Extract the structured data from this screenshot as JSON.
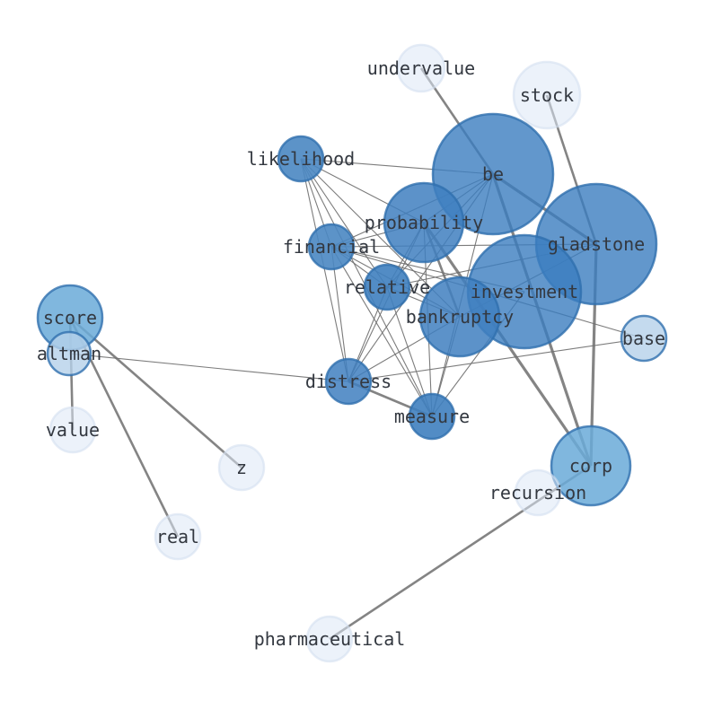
{
  "graph": {
    "nodes": [
      {
        "id": "undervalue",
        "label": "undervalue",
        "color": "#dce7f5",
        "opacity": 0.55
      },
      {
        "id": "stock",
        "label": "stock",
        "color": "#dce7f5",
        "opacity": 0.55
      },
      {
        "id": "likelihood",
        "label": "likelihood",
        "color": "#4a87c2",
        "opacity": 0.9
      },
      {
        "id": "be",
        "label": "be",
        "color": "#3b7dbf",
        "opacity": 0.8
      },
      {
        "id": "probability",
        "label": "probability",
        "color": "#3f7fbf",
        "opacity": 0.85
      },
      {
        "id": "gladstone",
        "label": "gladstone",
        "color": "#3b7dbf",
        "opacity": 0.8
      },
      {
        "id": "financial",
        "label": "financial",
        "color": "#4a87c2",
        "opacity": 0.9
      },
      {
        "id": "relative",
        "label": "relative",
        "color": "#3f7fbf",
        "opacity": 0.9
      },
      {
        "id": "investment",
        "label": "investment",
        "color": "#3b7dbf",
        "opacity": 0.8
      },
      {
        "id": "bankruptcy",
        "label": "bankruptcy",
        "color": "#3f7fbf",
        "opacity": 0.85
      },
      {
        "id": "score",
        "label": "score",
        "color": "#6aaad8",
        "opacity": 0.85
      },
      {
        "id": "altman",
        "label": "altman",
        "color": "#b5d1ea",
        "opacity": 0.8
      },
      {
        "id": "base",
        "label": "base",
        "color": "#b5d1ea",
        "opacity": 0.8
      },
      {
        "id": "distress",
        "label": "distress",
        "color": "#3f7fbf",
        "opacity": 0.85
      },
      {
        "id": "measure",
        "label": "measure",
        "color": "#3f7fbf",
        "opacity": 0.9
      },
      {
        "id": "value",
        "label": "value",
        "color": "#dce7f5",
        "opacity": 0.55
      },
      {
        "id": "z",
        "label": "z",
        "color": "#dce7f5",
        "opacity": 0.55
      },
      {
        "id": "corp",
        "label": "corp",
        "color": "#6aaad8",
        "opacity": 0.85
      },
      {
        "id": "recursion",
        "label": "recursion",
        "color": "#dce7f5",
        "opacity": 0.55
      },
      {
        "id": "real",
        "label": "real",
        "color": "#dce7f5",
        "opacity": 0.55
      },
      {
        "id": "pharmaceutical",
        "label": "pharmaceutical",
        "color": "#dce7f5",
        "opacity": 0.55
      }
    ],
    "edges": [
      {
        "source": "undervalue",
        "target": "be",
        "weight": 2
      },
      {
        "source": "stock",
        "target": "gladstone",
        "weight": 2
      },
      {
        "source": "be",
        "target": "gladstone",
        "weight": 3
      },
      {
        "source": "be",
        "target": "corp",
        "weight": 3
      },
      {
        "source": "gladstone",
        "target": "corp",
        "weight": 3
      },
      {
        "source": "probability",
        "target": "corp",
        "weight": 3
      },
      {
        "source": "corp",
        "target": "pharmaceutical",
        "weight": 2
      },
      {
        "source": "score",
        "target": "value",
        "weight": 2
      },
      {
        "source": "score",
        "target": "z",
        "weight": 2
      },
      {
        "source": "score",
        "target": "real",
        "weight": 2
      },
      {
        "source": "altman",
        "target": "distress",
        "weight": 1
      },
      {
        "source": "likelihood",
        "target": "be",
        "weight": 1
      },
      {
        "source": "likelihood",
        "target": "probability",
        "weight": 1
      },
      {
        "source": "likelihood",
        "target": "financial",
        "weight": 1
      },
      {
        "source": "likelihood",
        "target": "relative",
        "weight": 1
      },
      {
        "source": "likelihood",
        "target": "bankruptcy",
        "weight": 1
      },
      {
        "source": "likelihood",
        "target": "distress",
        "weight": 1
      },
      {
        "source": "likelihood",
        "target": "measure",
        "weight": 1
      },
      {
        "source": "be",
        "target": "probability",
        "weight": 1
      },
      {
        "source": "be",
        "target": "financial",
        "weight": 1
      },
      {
        "source": "be",
        "target": "relative",
        "weight": 1
      },
      {
        "source": "be",
        "target": "distress",
        "weight": 1
      },
      {
        "source": "be",
        "target": "measure",
        "weight": 1
      },
      {
        "source": "probability",
        "target": "financial",
        "weight": 1
      },
      {
        "source": "probability",
        "target": "relative",
        "weight": 1
      },
      {
        "source": "probability",
        "target": "bankruptcy",
        "weight": 2
      },
      {
        "source": "probability",
        "target": "distress",
        "weight": 1
      },
      {
        "source": "probability",
        "target": "measure",
        "weight": 1
      },
      {
        "source": "gladstone",
        "target": "relative",
        "weight": 1
      },
      {
        "source": "gladstone",
        "target": "financial",
        "weight": 1
      },
      {
        "source": "gladstone",
        "target": "bankruptcy",
        "weight": 1
      },
      {
        "source": "financial",
        "target": "relative",
        "weight": 1
      },
      {
        "source": "financial",
        "target": "bankruptcy",
        "weight": 1
      },
      {
        "source": "financial",
        "target": "investment",
        "weight": 1
      },
      {
        "source": "financial",
        "target": "distress",
        "weight": 1
      },
      {
        "source": "financial",
        "target": "measure",
        "weight": 1
      },
      {
        "source": "financial",
        "target": "base",
        "weight": 1
      },
      {
        "source": "relative",
        "target": "bankruptcy",
        "weight": 1
      },
      {
        "source": "relative",
        "target": "distress",
        "weight": 1
      },
      {
        "source": "relative",
        "target": "measure",
        "weight": 1
      },
      {
        "source": "bankruptcy",
        "target": "distress",
        "weight": 1
      },
      {
        "source": "bankruptcy",
        "target": "measure",
        "weight": 1
      },
      {
        "source": "investment",
        "target": "measure",
        "weight": 1
      },
      {
        "source": "distress",
        "target": "measure",
        "weight": 2
      },
      {
        "source": "distress",
        "target": "base",
        "weight": 1
      }
    ]
  }
}
